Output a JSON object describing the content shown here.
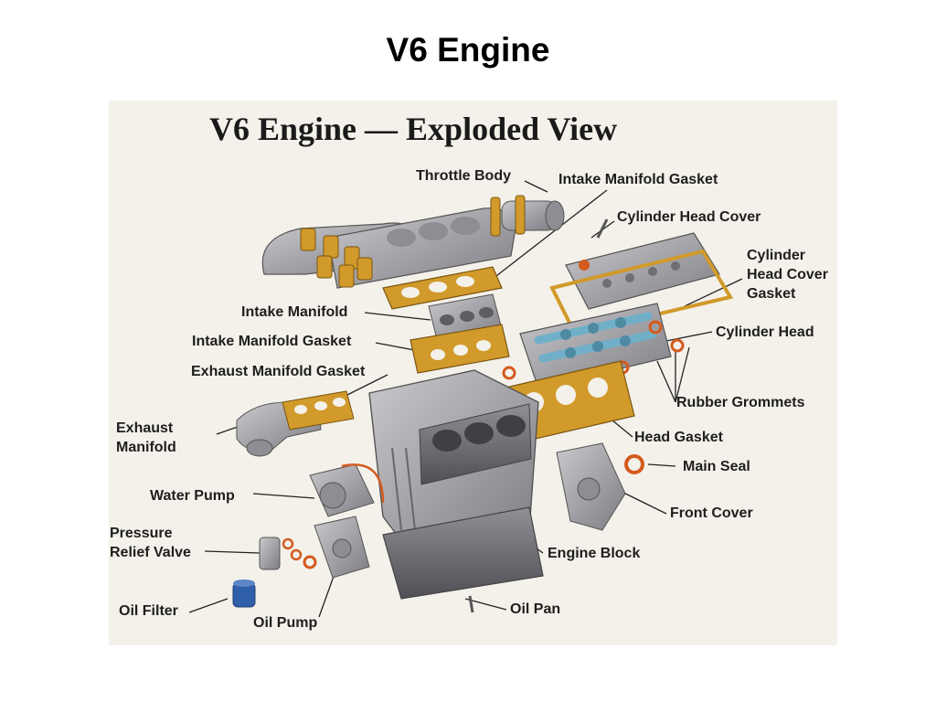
{
  "slide": {
    "title": "V6 Engine"
  },
  "diagram": {
    "title": "V6  Engine — Exploded View",
    "labels": {
      "throttle_body": "Throttle Body",
      "intake_manifold_gasket_top": "Intake Manifold Gasket",
      "cylinder_head_cover": "Cylinder Head Cover",
      "cylinder_head_cover_gasket": "Cylinder\nHead Cover\nGasket",
      "cylinder_head": "Cylinder Head",
      "intake_manifold": "Intake Manifold",
      "intake_manifold_gasket": "Intake Manifold Gasket",
      "exhaust_manifold_gasket": "Exhaust Manifold Gasket",
      "rubber_grommets": "Rubber Grommets",
      "head_gasket": "Head Gasket",
      "exhaust_manifold": "Exhaust\nManifold",
      "main_seal": "Main Seal",
      "water_pump": "Water Pump",
      "front_cover": "Front Cover",
      "pressure_relief_valve": "Pressure\nRelief Valve",
      "engine_block": "Engine Block",
      "oil_filter": "Oil Filter",
      "oil_pump": "Oil Pump",
      "oil_pan": "Oil Pan"
    }
  },
  "colors": {
    "background": "#f4f1ea",
    "metal": "#a9a9ad",
    "metal_dark": "#6e6e74",
    "gasket": "#d19a2a",
    "seal": "#d45a1e",
    "camshaft": "#6fb0c8",
    "oil_filter": "#2f5fa8"
  }
}
